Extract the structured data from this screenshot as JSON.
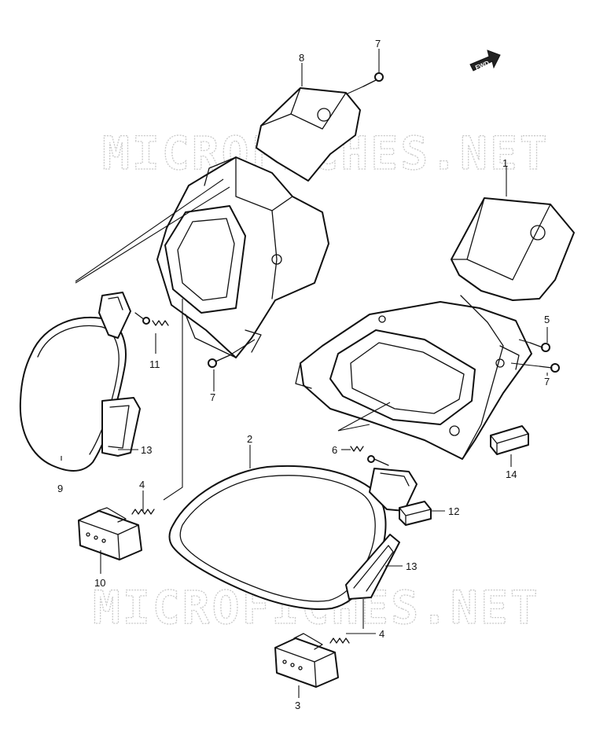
{
  "watermark": {
    "text": "MICROFICHES.NET"
  },
  "direction_marker": {
    "label": "FWD",
    "icon": "forward-arrow-icon"
  },
  "callouts": {
    "p1": "1",
    "p2": "2",
    "p3": "3",
    "p4a": "4",
    "p4b": "4",
    "p5": "5",
    "p6": "6",
    "p7a": "7",
    "p7b": "7",
    "p7c": "7",
    "p8": "8",
    "p9": "9",
    "p10": "10",
    "p11": "11",
    "p12": "12",
    "p13a": "13",
    "p13b": "13",
    "p14": "14"
  }
}
